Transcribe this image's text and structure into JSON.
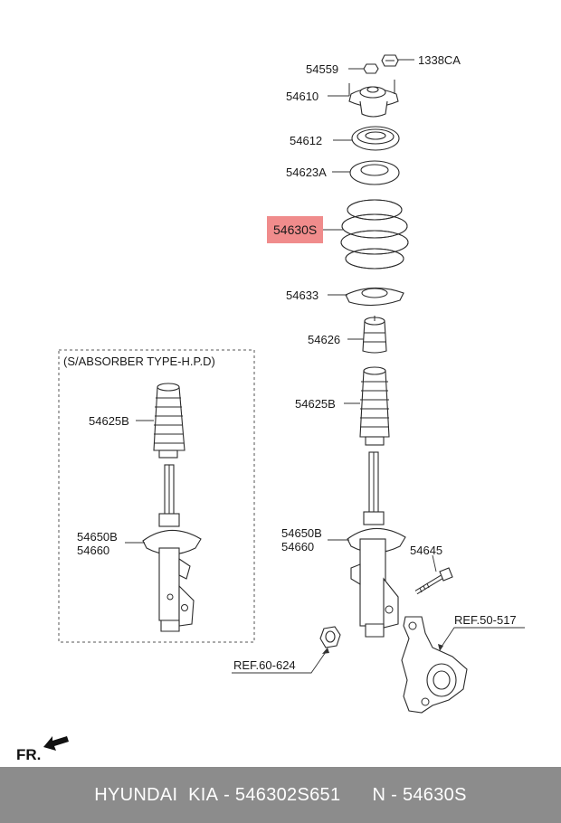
{
  "labels": {
    "p1338CA": "1338CA",
    "p54559": "54559",
    "p54610": "54610",
    "p54612": "54612",
    "p54623A": "54623A",
    "p54630S": "54630S",
    "p54633": "54633",
    "p54626": "54626",
    "p54625B_main": "54625B",
    "p54650B_main": "54650B",
    "p54660_main": "54660",
    "p54645": "54645",
    "ref_50_517": "REF.50-517",
    "ref_60_624": "REF.60-624",
    "hpd_title": "(S/ABSORBER TYPE-H.P.D)",
    "p54625B_hpd": "54625B",
    "p54650B_hpd": "54650B",
    "p54660_hpd": "54660",
    "front": "FR."
  },
  "highlight_color": "#f08c8c",
  "footer": {
    "brands": "HYUNDAI  KIA",
    "part_number": "546302S651",
    "position": "N",
    "code": "54630S"
  }
}
